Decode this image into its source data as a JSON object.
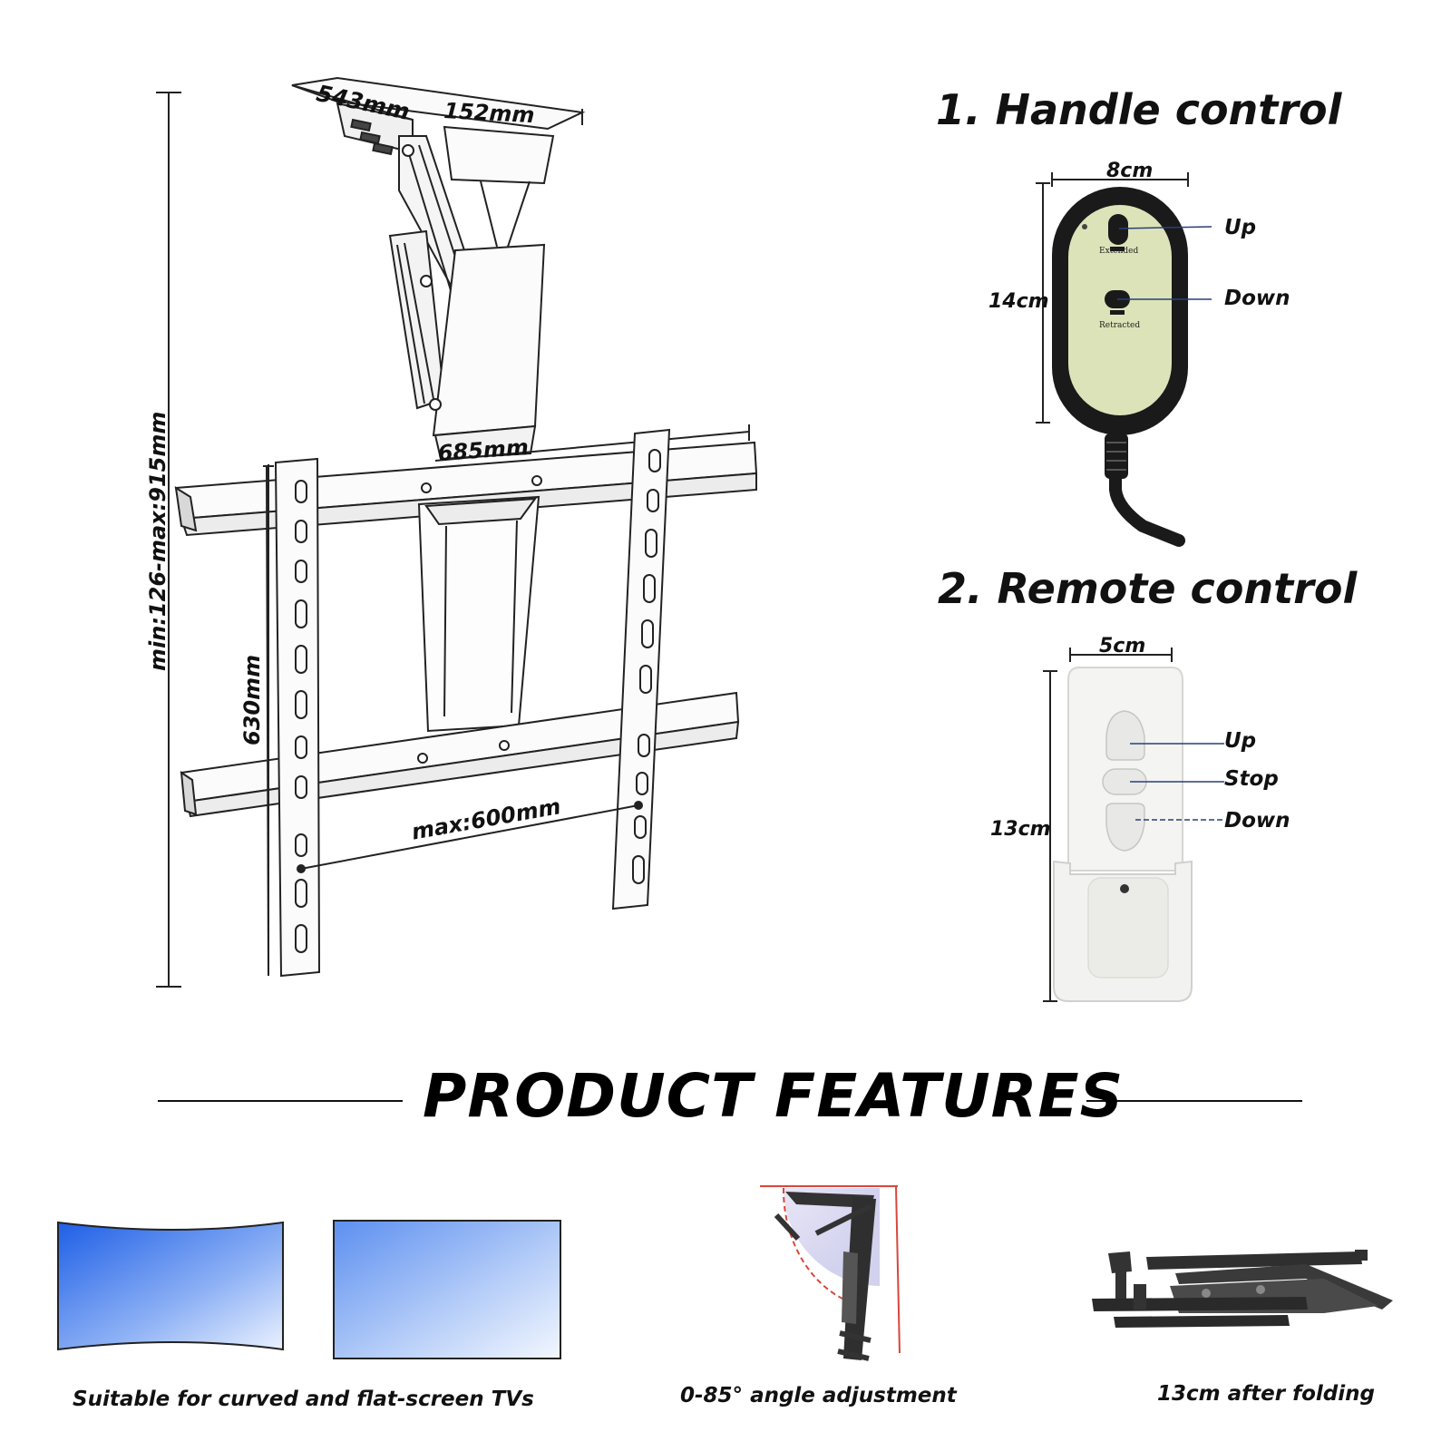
{
  "diagram": {
    "dim_depth": "543mm",
    "dim_width_top": "152mm",
    "dim_width_bar": "685mm",
    "dim_height_range": "min:126-max:915mm",
    "dim_bracket_height": "630mm",
    "dim_max_vesa": "max:600mm"
  },
  "handle": {
    "title": "1. Handle control",
    "width": "8cm",
    "height": "14cm",
    "up": "Up",
    "down": "Down",
    "btn_top_label": "Extended",
    "btn_bottom_label": "Retracted"
  },
  "remote": {
    "title": "2. Remote control",
    "width": "5cm",
    "height": "13cm",
    "up": "Up",
    "stop": "Stop",
    "down": "Down"
  },
  "features": {
    "title": "PRODUCT FEATURES",
    "items": [
      {
        "caption": "Suitable for curved and flat-screen TVs",
        "icon": "tv-screens-icon"
      },
      {
        "caption": "0-85° angle adjustment",
        "icon": "angle-adjustment-icon"
      },
      {
        "caption": "13cm after folding",
        "icon": "folded-mount-icon"
      }
    ]
  },
  "colors": {
    "screen_blue": "#2b6fe8",
    "handle_body": "#1a1a1a",
    "handle_face": "#dde3b8",
    "remote_body": "#f4f4f2",
    "angle_red": "#d9463c"
  }
}
